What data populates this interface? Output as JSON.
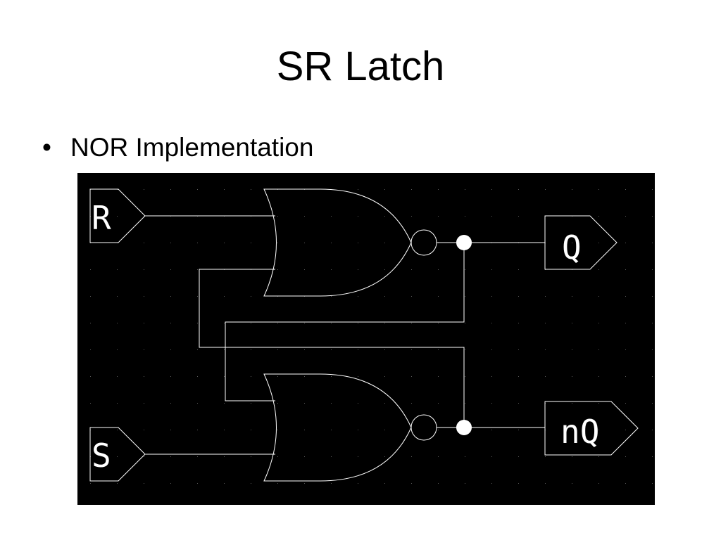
{
  "slide": {
    "title": "SR Latch",
    "bullet_symbol": "•",
    "bullet_text": "NOR Implementation"
  },
  "diagram": {
    "background_color": "#000000",
    "line_color": "#ffffff",
    "grid_dot_color": "#5a5a5a",
    "inputs": {
      "r_label": "R",
      "s_label": "S"
    },
    "outputs": {
      "q_label": "Q",
      "nq_label": "nQ"
    },
    "gates": [
      "NOR",
      "NOR"
    ]
  }
}
